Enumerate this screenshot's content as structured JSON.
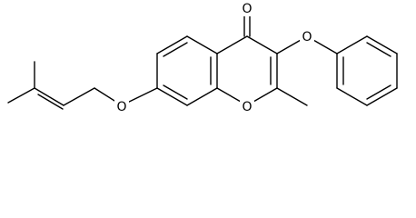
{
  "structure": {
    "atoms": [
      {
        "id": "O_carbonyl",
        "label": "O"
      },
      {
        "id": "O_phenoxy",
        "label": "O"
      },
      {
        "id": "O_ring",
        "label": "O"
      },
      {
        "id": "O_ether",
        "label": "O"
      }
    ]
  },
  "colors": {
    "bond": "#000000",
    "background": "#ffffff"
  }
}
